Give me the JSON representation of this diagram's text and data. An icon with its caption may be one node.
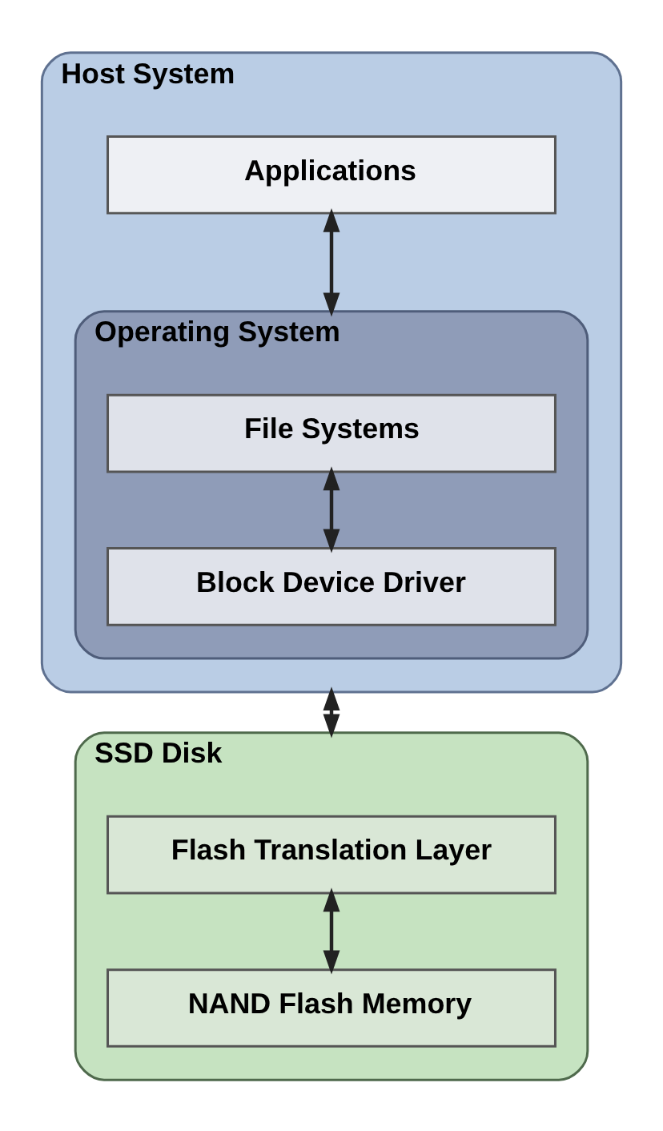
{
  "diagram": {
    "nodes": [
      {
        "text": [
          "Host System"
        ]
      },
      {
        "text": [
          "Applications"
        ],
        "in": 0
      },
      {
        "text": [
          "Operating System"
        ],
        "in": 0
      },
      {
        "text": [
          "File Systems"
        ],
        "in": 2
      },
      {
        "text": [
          "Block Device Driver"
        ],
        "in": 2
      },
      {
        "text": [
          "SSD Disk"
        ]
      },
      {
        "text": [
          "Flash Translation Layer"
        ],
        "in": 5
      },
      {
        "text": [
          "NAND Flash Memory"
        ],
        "in": 5
      }
    ],
    "edges": [
      {
        "from": 1,
        "to": 2,
        "arrow": "both"
      },
      {
        "from": 3,
        "to": 4,
        "arrow": "both"
      },
      {
        "from": 0,
        "to": 5,
        "arrow": "both"
      },
      {
        "from": 6,
        "to": 7,
        "arrow": "both"
      }
    ]
  }
}
